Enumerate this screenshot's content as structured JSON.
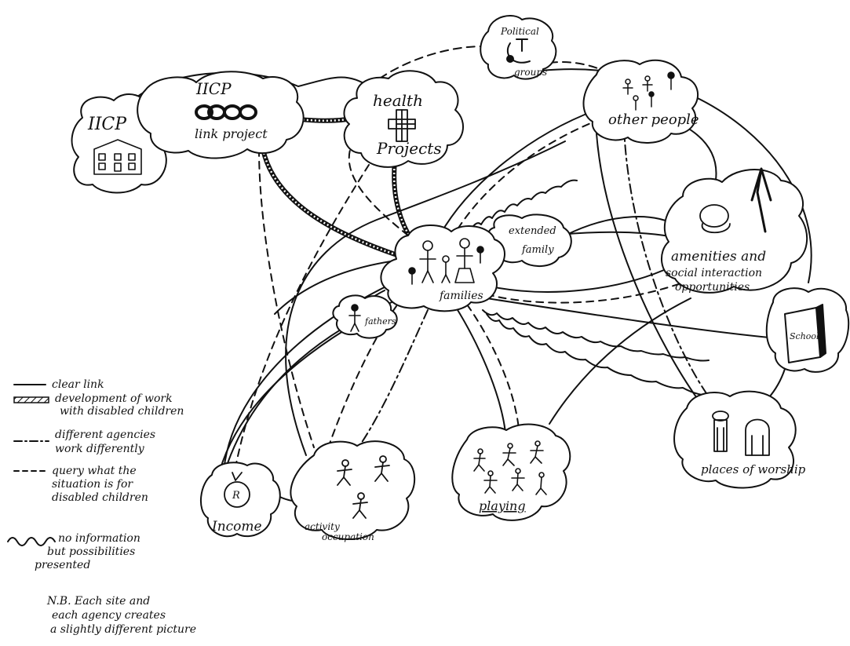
{
  "nodes": {
    "iicp_building": "IICP",
    "iicp_link": {
      "title": "IICP",
      "subtitle": "link project"
    },
    "health": {
      "line1": "health",
      "line2": "Projects"
    },
    "political": {
      "line1": "Political",
      "line2": "groups"
    },
    "other_people": "other people",
    "extended_family": {
      "line1": "extended",
      "line2": "family"
    },
    "families": "families",
    "fathers": "fathers",
    "amenities": {
      "line1": "amenities and",
      "line2": "social interaction",
      "line3": "opportunities"
    },
    "school": "School",
    "places_of_worship": "places of worship",
    "playing": "playing",
    "activity": {
      "line1": "activity",
      "line2": "occupation"
    },
    "income": {
      "coin": "R",
      "label": "Income"
    }
  },
  "legend": {
    "clear_link": "clear link",
    "development_l1": "development of work",
    "development_l2": "with disabled children",
    "agencies_l1": "different agencies",
    "agencies_l2": "work differently",
    "query_l1": "query what the",
    "query_l2": "situation is for",
    "query_l3": "disabled children",
    "noinfo_l1": "no information",
    "noinfo_l2": "but possibilities",
    "noinfo_l3": "presented"
  },
  "note": {
    "line1": "N.B. Each site and",
    "line2": "each agency creates",
    "line3": "a slightly different picture"
  }
}
